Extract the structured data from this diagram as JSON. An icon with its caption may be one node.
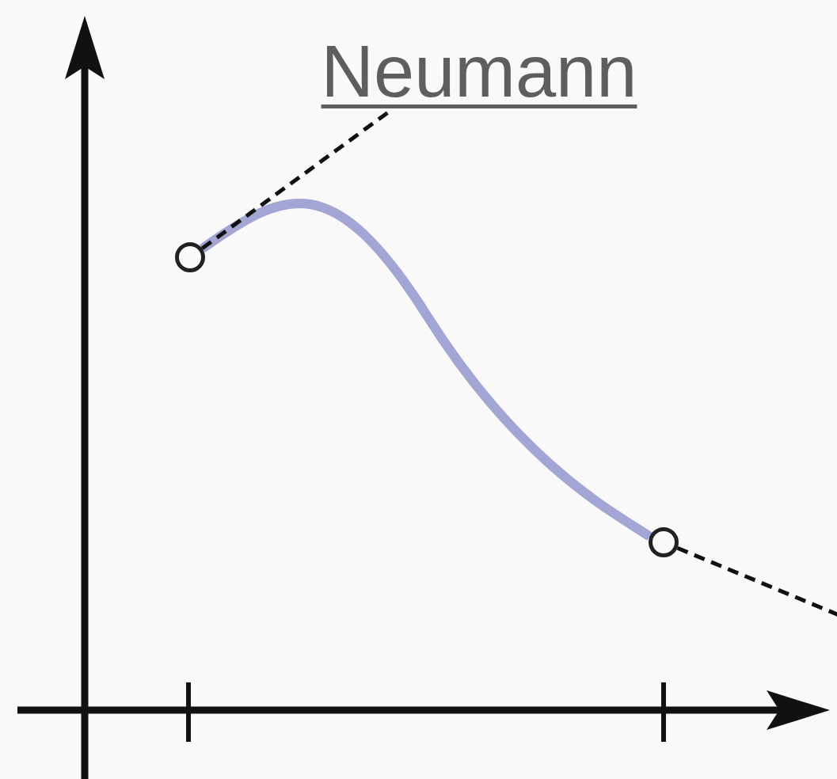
{
  "diagram": {
    "title": "Neumann",
    "nodes": [
      {
        "text": [],
        "shape": "circle"
      },
      {
        "text": [],
        "shape": "circle"
      }
    ],
    "edges": [
      {
        "from": 0,
        "to": 1,
        "arrow": "none",
        "style": "thick",
        "color": "#a3a6d4"
      },
      {
        "from": 0,
        "to": null,
        "arrow": "none",
        "style": "dashed"
      },
      {
        "from": 1,
        "to": null,
        "arrow": "none",
        "style": "dashed"
      }
    ]
  }
}
